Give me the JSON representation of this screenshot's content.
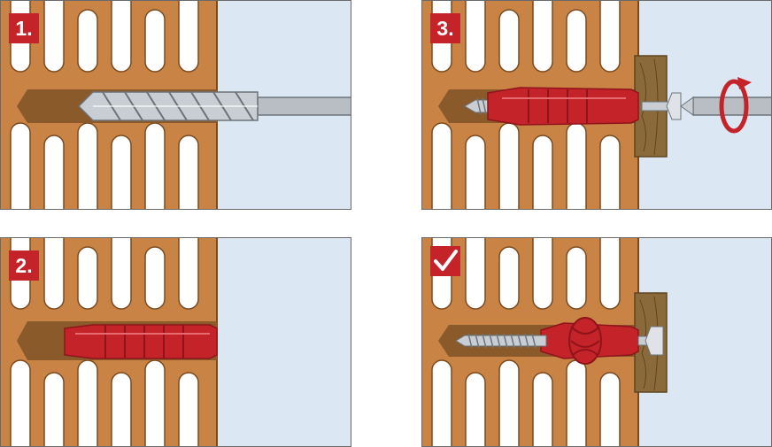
{
  "panels": [
    {
      "label": "1.",
      "step": "drill"
    },
    {
      "label": "3.",
      "step": "screw-in"
    },
    {
      "label": "2.",
      "step": "insert-plug"
    },
    {
      "label": "",
      "step": "done",
      "badge_icon": "checkmark-icon"
    }
  ],
  "colors": {
    "brick": "#c98345",
    "brick_edge": "#7a4a1f",
    "brick_shadow": "#8b5a2b",
    "wall_face": "#dbe8f3",
    "plug": "#c4232a",
    "plug_dark": "#8e1419",
    "wood": "#8a6a3a",
    "wood_dark": "#5e4522",
    "metal": "#b9bec4",
    "metal_dark": "#6d737a",
    "badge": "#c4232a",
    "rotation_arrow": "#c4232a"
  }
}
